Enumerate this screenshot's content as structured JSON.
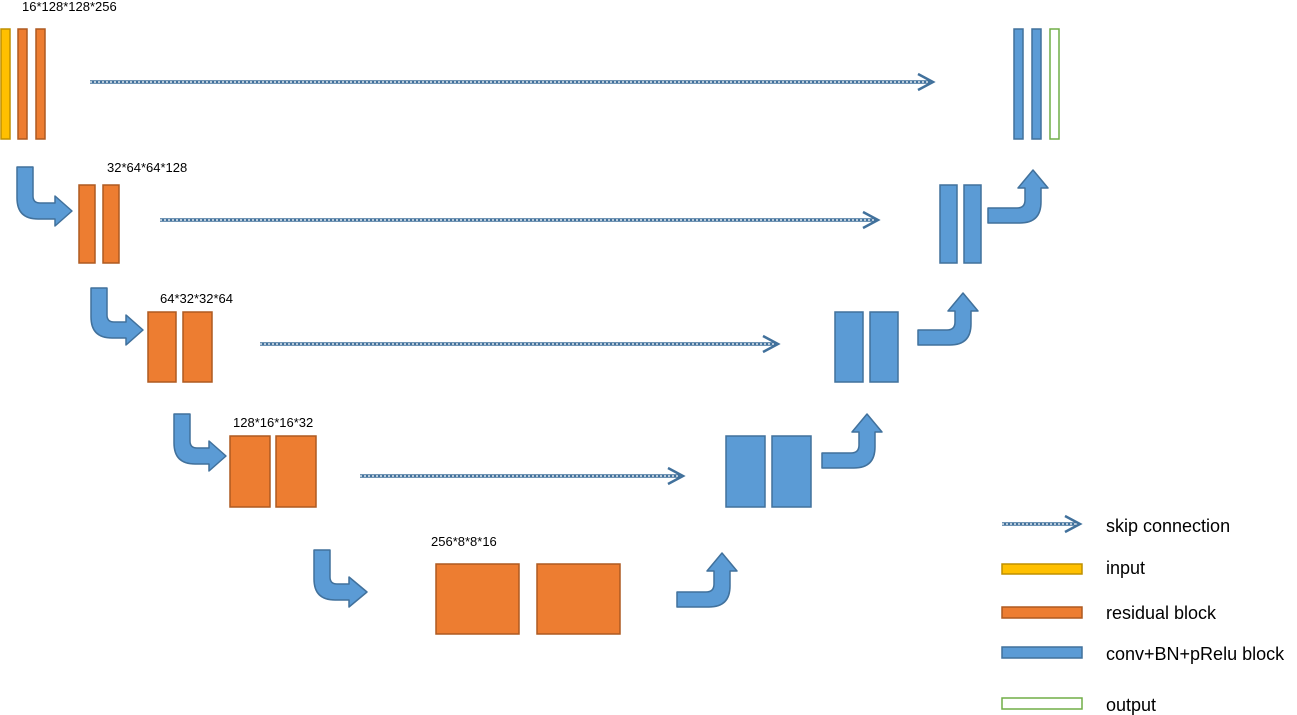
{
  "colors": {
    "input_fill": "#FFC000",
    "input_stroke": "#BF9000",
    "residual_fill": "#ED7D31",
    "residual_stroke": "#AE5A21",
    "conv_fill": "#5B9BD5",
    "conv_stroke": "#41719C",
    "output_stroke": "#70AD47",
    "skip_color": "#41719C"
  },
  "levels": [
    {
      "label": "16*128*128*256"
    },
    {
      "label": "32*64*64*128"
    },
    {
      "label": "64*32*32*64"
    },
    {
      "label": "128*16*16*32"
    },
    {
      "label": "256*8*8*16"
    }
  ],
  "legend": [
    {
      "kind": "skip",
      "label": "skip connection"
    },
    {
      "kind": "input",
      "label": "input"
    },
    {
      "kind": "residual",
      "label": "residual block"
    },
    {
      "kind": "conv",
      "label": "conv+BN+pRelu block"
    },
    {
      "kind": "output",
      "label": "output"
    }
  ]
}
